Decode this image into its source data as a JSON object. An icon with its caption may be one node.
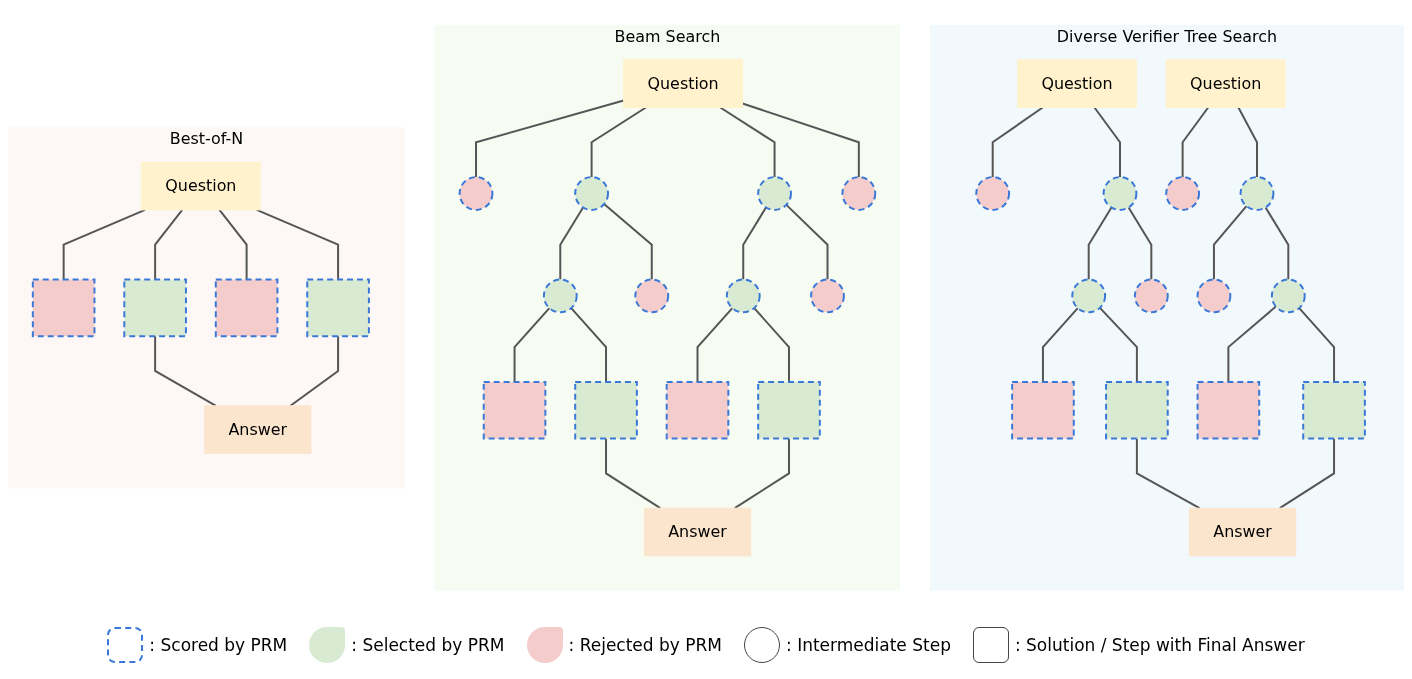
{
  "diagram": {
    "nodes": [
      {
        "text": [
          "Best-of-N"
        ]
      },
      {
        "text": [
          "Question"
        ],
        "in": 0
      },
      {
        "text": [],
        "shape": "box",
        "in": 0
      },
      {
        "text": [],
        "shape": "box",
        "in": 0
      },
      {
        "text": [],
        "shape": "box",
        "in": 0
      },
      {
        "text": [],
        "shape": "box",
        "in": 0
      },
      {
        "text": [
          "Answer"
        ],
        "in": 0
      },
      {
        "text": [
          "Beam Search"
        ]
      },
      {
        "text": [
          "Question"
        ],
        "in": 7
      },
      {
        "text": [],
        "shape": "circle",
        "in": 7
      },
      {
        "text": [],
        "shape": "circle",
        "in": 7
      },
      {
        "text": [],
        "shape": "circle",
        "in": 7
      },
      {
        "text": [],
        "shape": "circle",
        "in": 7
      },
      {
        "text": [],
        "shape": "circle",
        "in": 7
      },
      {
        "text": [],
        "shape": "circle",
        "in": 7
      },
      {
        "text": [],
        "shape": "circle",
        "in": 7
      },
      {
        "text": [],
        "shape": "circle",
        "in": 7
      },
      {
        "text": [],
        "shape": "box",
        "in": 7
      },
      {
        "text": [],
        "shape": "box",
        "in": 7
      },
      {
        "text": [],
        "shape": "box",
        "in": 7
      },
      {
        "text": [],
        "shape": "box",
        "in": 7
      },
      {
        "text": [
          "Answer"
        ],
        "in": 7
      },
      {
        "text": [
          "Diverse Verifier Tree Search"
        ]
      },
      {
        "text": [
          "Question"
        ],
        "in": 22
      },
      {
        "text": [],
        "shape": "circle",
        "in": 22
      },
      {
        "text": [],
        "shape": "circle",
        "in": 22
      },
      {
        "text": [],
        "shape": "circle",
        "in": 22
      },
      {
        "text": [],
        "shape": "circle",
        "in": 22
      },
      {
        "text": [],
        "shape": "box",
        "in": 22
      },
      {
        "text": [],
        "shape": "box",
        "in": 22
      },
      {
        "text": [
          "Question"
        ],
        "in": 22
      },
      {
        "text": [],
        "shape": "circle",
        "in": 22
      },
      {
        "text": [],
        "shape": "circle",
        "in": 22
      },
      {
        "text": [],
        "shape": "circle",
        "in": 22
      },
      {
        "text": [],
        "shape": "circle",
        "in": 22
      },
      {
        "text": [],
        "shape": "box",
        "in": 22
      },
      {
        "text": [],
        "shape": "box",
        "in": 22
      },
      {
        "text": [
          "Answer"
        ],
        "in": 22
      }
    ],
    "edges": [
      {
        "from": 1,
        "to": 2,
        "arrow": "none"
      },
      {
        "from": 1,
        "to": 3,
        "arrow": "none"
      },
      {
        "from": 1,
        "to": 4,
        "arrow": "none"
      },
      {
        "from": 1,
        "to": 5,
        "arrow": "none"
      },
      {
        "from": 3,
        "to": 6,
        "arrow": "none"
      },
      {
        "from": 5,
        "to": 6,
        "arrow": "none"
      },
      {
        "from": 8,
        "to": 9,
        "arrow": "none"
      },
      {
        "from": 8,
        "to": 10,
        "arrow": "none"
      },
      {
        "from": 8,
        "to": 11,
        "arrow": "none"
      },
      {
        "from": 8,
        "to": 12,
        "arrow": "none"
      },
      {
        "from": 10,
        "to": 13,
        "arrow": "none"
      },
      {
        "from": 10,
        "to": 14,
        "arrow": "none"
      },
      {
        "from": 11,
        "to": 15,
        "arrow": "none"
      },
      {
        "from": 11,
        "to": 16,
        "arrow": "none"
      },
      {
        "from": 13,
        "to": 17,
        "arrow": "none"
      },
      {
        "from": 13,
        "to": 18,
        "arrow": "none"
      },
      {
        "from": 15,
        "to": 19,
        "arrow": "none"
      },
      {
        "from": 15,
        "to": 20,
        "arrow": "none"
      },
      {
        "from": 18,
        "to": 21,
        "arrow": "none"
      },
      {
        "from": 20,
        "to": 21,
        "arrow": "none"
      },
      {
        "from": 23,
        "to": 24,
        "arrow": "none"
      },
      {
        "from": 23,
        "to": 25,
        "arrow": "none"
      },
      {
        "from": 25,
        "to": 26,
        "arrow": "none"
      },
      {
        "from": 25,
        "to": 27,
        "arrow": "none"
      },
      {
        "from": 26,
        "to": 28,
        "arrow": "none"
      },
      {
        "from": 26,
        "to": 29,
        "arrow": "none"
      },
      {
        "from": 30,
        "to": 31,
        "arrow": "none"
      },
      {
        "from": 30,
        "to": 32,
        "arrow": "none"
      },
      {
        "from": 32,
        "to": 33,
        "arrow": "none"
      },
      {
        "from": 32,
        "to": 34,
        "arrow": "none"
      },
      {
        "from": 34,
        "to": 35,
        "arrow": "none"
      },
      {
        "from": 34,
        "to": 36,
        "arrow": "none"
      },
      {
        "from": 29,
        "to": 37,
        "arrow": "none"
      },
      {
        "from": 36,
        "to": 37,
        "arrow": "none"
      }
    ],
    "legend": [
      {
        "text": ": Scored by PRM"
      },
      {
        "text": ": Selected by PRM",
        "color": "#d9ead3"
      },
      {
        "text": ": Rejected by PRM",
        "color": "#f4cccc"
      },
      {
        "text": ": Intermediate Step"
      },
      {
        "text": ": Solution / Step with Final Answer"
      }
    ]
  }
}
